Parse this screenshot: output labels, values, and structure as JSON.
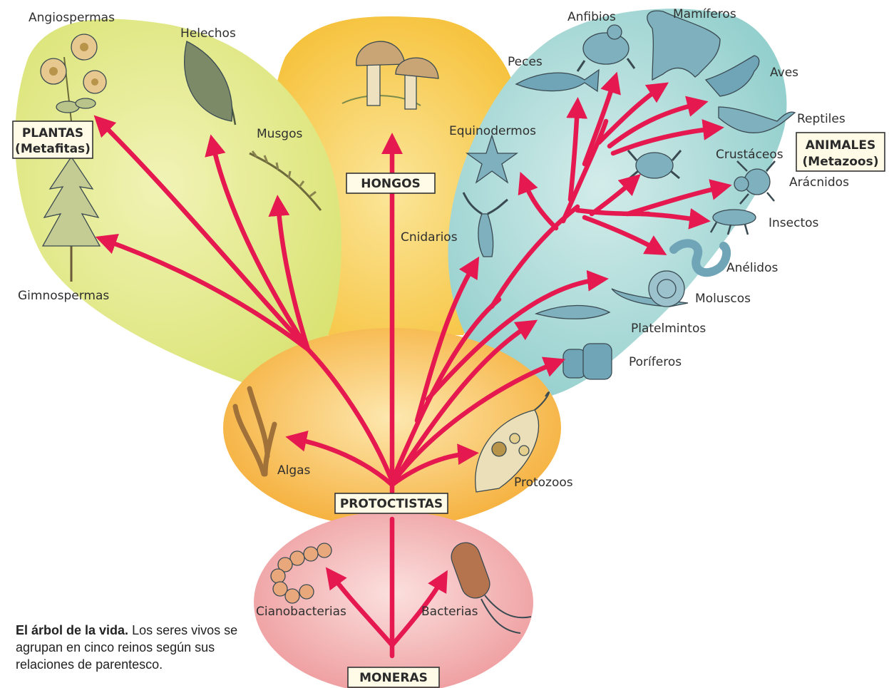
{
  "colors": {
    "arrow": "#e5194f",
    "plantas_bg": "#e3ea8c",
    "hongos_bg": "#f8cd52",
    "animales_bg": "#9fd3d1",
    "protoctistas_bg": "#f7b84a",
    "moneras_bg": "#f0a3a3"
  },
  "kingdoms": {
    "plantas": {
      "line1": "PLANTAS",
      "line2": "(Metafitas)"
    },
    "hongos": {
      "label": "HONGOS"
    },
    "animales": {
      "line1": "ANIMALES",
      "line2": "(Metazoos)"
    },
    "protoctistas": {
      "label": "PROTOCTISTAS"
    },
    "moneras": {
      "label": "MONERAS"
    }
  },
  "groups": {
    "angiospermas": "Angiospermas",
    "helechos": "Helechos",
    "musgos": "Musgos",
    "gimnospermas": "Gimnospermas",
    "anfibios": "Anfibios",
    "mamiferos": "Mamíferos",
    "peces": "Peces",
    "aves": "Aves",
    "reptiles": "Reptiles",
    "equinodermos": "Equinodermos",
    "crustaceos": "Crustáceos",
    "aracnidos": "Arácnidos",
    "insectos": "Insectos",
    "cnidarios": "Cnidarios",
    "anelidos": "Anélidos",
    "moluscos": "Moluscos",
    "platelmintos": "Platelmintos",
    "poriferos": "Poríferos",
    "algas": "Algas",
    "protozoos": "Protozoos",
    "cianobacterias": "Cianobacterias",
    "bacterias": "Bacterias"
  },
  "organism_icons": [
    "flower-icon",
    "fern-icon",
    "moss-icon",
    "conifer-icon",
    "mushroom-icon",
    "frog-icon",
    "horse-icon",
    "fish-icon",
    "bird-icon",
    "lizard-icon",
    "starfish-icon",
    "crab-icon",
    "spider-icon",
    "insect-icon",
    "hydra-icon",
    "worm-icon",
    "snail-icon",
    "flatworm-icon",
    "sponge-icon",
    "seaweed-icon",
    "paramecium-icon",
    "cyanobacteria-chain-icon",
    "bacillus-icon"
  ],
  "caption": {
    "bold": "El árbol de la vida.",
    "text": "Los seres vivos se agrupan en cinco reinos según sus relaciones de parentesco."
  }
}
